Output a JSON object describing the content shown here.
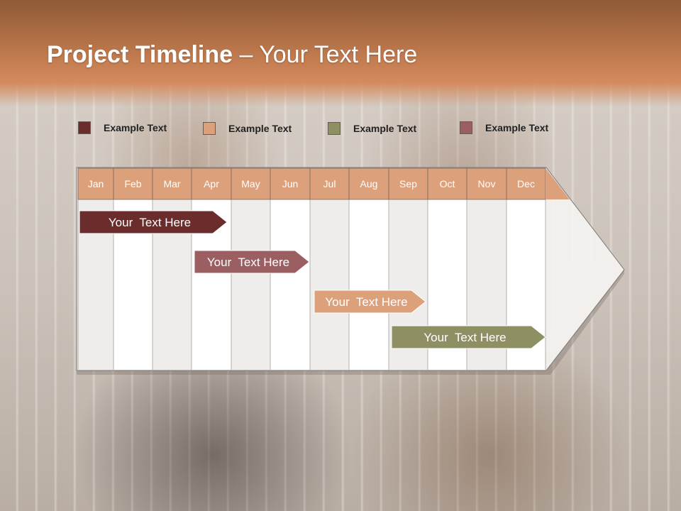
{
  "slide": {
    "title_bold": "Project Timeline",
    "title_rest": " – Your Text Here"
  },
  "legend": [
    {
      "label": "Example Text",
      "color": "#6b2c2c"
    },
    {
      "label": "Example Text",
      "color": "#dca07a"
    },
    {
      "label": "Example Text",
      "color": "#8e9063"
    },
    {
      "label": "Example Text",
      "color": "#9b5f62"
    }
  ],
  "timeline": {
    "months": [
      "Jan",
      "Feb",
      "Mar",
      "Apr",
      "May",
      "Jun",
      "Jul",
      "Aug",
      "Sep",
      "Oct",
      "Nov",
      "Dec"
    ],
    "header_color": "#dca07a",
    "tasks": [
      {
        "label": "Your  Text Here",
        "start_month": "Jan",
        "end_month": "Apr",
        "color": "#6b2c2c"
      },
      {
        "label": "Your  Text Here",
        "start_month": "Apr",
        "end_month": "Jun",
        "color": "#9b5f62"
      },
      {
        "label": "Your  Text Here",
        "start_month": "Jun",
        "end_month": "Sep",
        "color": "#dca07a"
      },
      {
        "label": "Your  Text Here",
        "start_month": "Sep",
        "end_month": "Dec",
        "color": "#8e9063"
      }
    ]
  }
}
